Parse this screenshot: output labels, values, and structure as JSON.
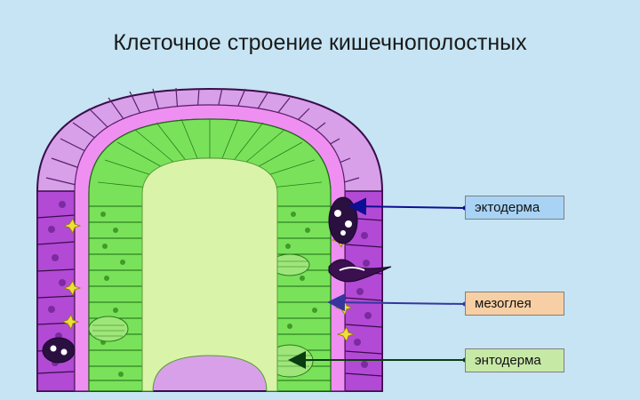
{
  "title": "Клеточное строение кишечнополостных",
  "labels": {
    "ectoderm": "эктодерма",
    "mesoglea": "мезоглея",
    "endoderm": "энтодерма"
  },
  "colors": {
    "background": "#c6e4f3",
    "ectoderm": "#b24ad6",
    "ectoderm_arch": "#d9a0ea",
    "mesoglea": "#f08ff2",
    "endoderm": "#79e25a",
    "cavity": "#d9f4a8",
    "nerve_cells": "#f0e032",
    "ectoderm_label_bg": "#a9d3f5",
    "ectoderm_arrow": "#0d0e94",
    "mesoglea_label_bg": "#f8cfa4",
    "mesoglea_arrow": "#36369e",
    "endoderm_label_bg": "#c7e9a6",
    "endoderm_arrow": "#0a3d10"
  }
}
